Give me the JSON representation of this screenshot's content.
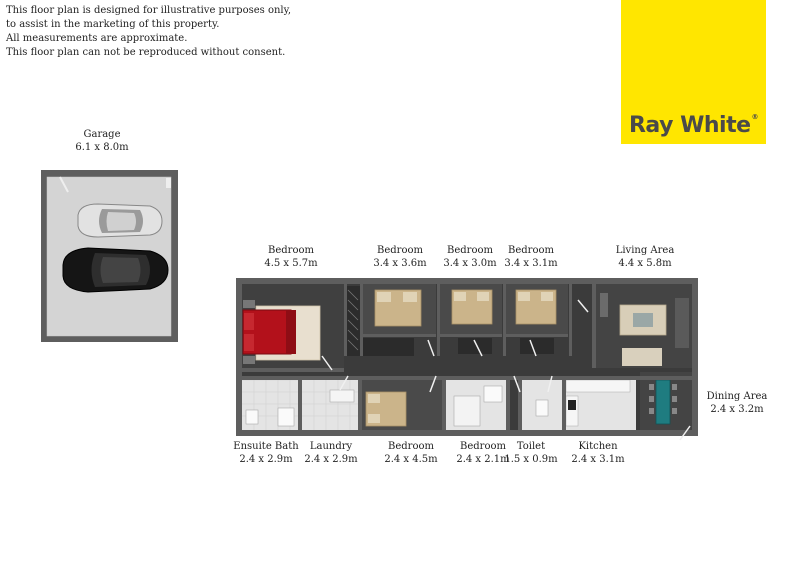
{
  "disclaimer": [
    "This floor plan is designed for illustrative purposes only,",
    "to assist in the marketing of this property.",
    "All measurements are approximate.",
    "This floor plan can not be reproduced without consent."
  ],
  "logo": {
    "text": "Ray White",
    "reg": "®",
    "bg_color": "#ffe600",
    "text_color": "#4a4a4a"
  },
  "rooms": {
    "garage": {
      "name": "Garage",
      "size": "6.1 x 8.0m"
    },
    "bedroom_main": {
      "name": "Bedroom",
      "size": "4.5 x 5.7m"
    },
    "bedroom_2": {
      "name": "Bedroom",
      "size": "3.4 x 3.6m"
    },
    "bedroom_3": {
      "name": "Bedroom",
      "size": "3.4 x 3.0m"
    },
    "bedroom_4": {
      "name": "Bedroom",
      "size": "3.4 x 3.1m"
    },
    "living": {
      "name": "Living Area",
      "size": "4.4 x 5.8m"
    },
    "dining": {
      "name": "Dining Area",
      "size": "2.4 x 3.2m"
    },
    "ensuite": {
      "name": "Ensuite Bath",
      "size": "2.4 x 2.9m"
    },
    "laundry": {
      "name": "Laundry",
      "size": "2.4 x 2.9m"
    },
    "bedroom_5": {
      "name": "Bedroom",
      "size": "2.4 x 4.5m"
    },
    "bedroom_6": {
      "name": "Bedroom",
      "size": "2.4 x 2.1m"
    },
    "toilet": {
      "name": "Toilet",
      "size": "1.5 x 0.9m"
    },
    "kitchen": {
      "name": "Kitchen",
      "size": "2.4 x 3.1m"
    }
  },
  "colors": {
    "wall": "#5e5e5e",
    "floor_dark": "#3b3b3b",
    "tile": "#e4e4e4",
    "bed_red": "#b3111b",
    "bed_tan": "#cbb48a",
    "rug": "#e8dfcf",
    "dining_table": "#1f7c80"
  }
}
